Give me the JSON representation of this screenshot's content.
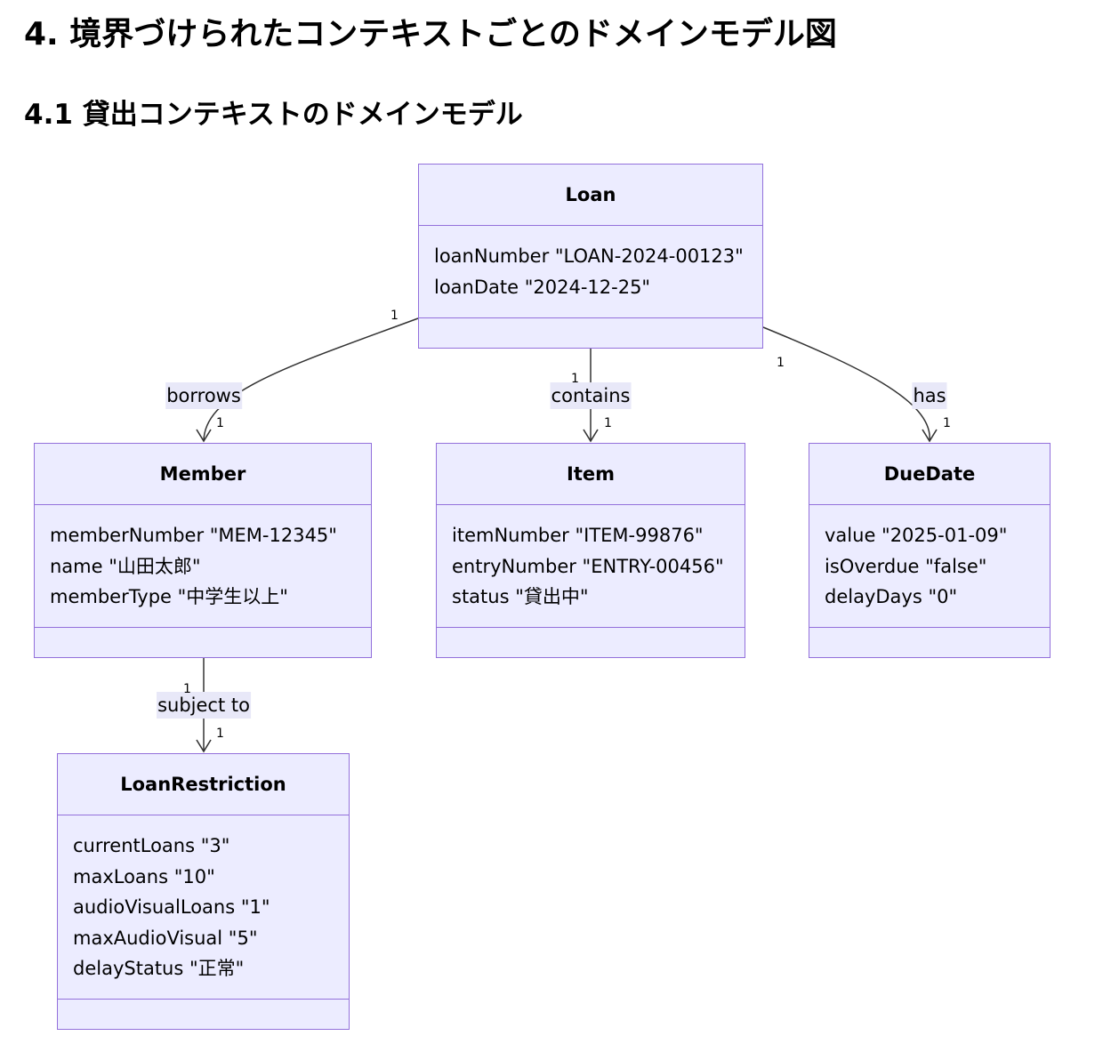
{
  "heading": "4. 境界づけられたコンテキストごとのドメインモデル図",
  "subheading": "4.1 貸出コンテキストのドメインモデル",
  "classes": {
    "loan": {
      "name": "Loan",
      "attributes": [
        "loanNumber \"LOAN-2024-00123\"",
        "loanDate \"2024-12-25\""
      ]
    },
    "member": {
      "name": "Member",
      "attributes": [
        "memberNumber \"MEM-12345\"",
        "name \"山田太郎\"",
        "memberType \"中学生以上\""
      ]
    },
    "item": {
      "name": "Item",
      "attributes": [
        "itemNumber \"ITEM-99876\"",
        "entryNumber \"ENTRY-00456\"",
        "status \"貸出中\""
      ]
    },
    "duedate": {
      "name": "DueDate",
      "attributes": [
        "value \"2025-01-09\"",
        "isOverdue \"false\"",
        "delayDays \"0\""
      ]
    },
    "restriction": {
      "name": "LoanRestriction",
      "attributes": [
        "currentLoans \"3\"",
        "maxLoans \"10\"",
        "audioVisualLoans \"1\"",
        "maxAudioVisual \"5\"",
        "delayStatus \"正常\""
      ]
    }
  },
  "relations": [
    {
      "label": "borrows",
      "from_mult": "1",
      "to_mult": "1"
    },
    {
      "label": "contains",
      "from_mult": "1",
      "to_mult": "1"
    },
    {
      "label": "has",
      "from_mult": "1",
      "to_mult": "1"
    },
    {
      "label": "subject to",
      "from_mult": "1",
      "to_mult": "1"
    }
  ],
  "colors": {
    "box_fill": "#ececff",
    "box_border": "#9370db",
    "edge": "#333333",
    "label_bg": "#e8e8f8"
  }
}
